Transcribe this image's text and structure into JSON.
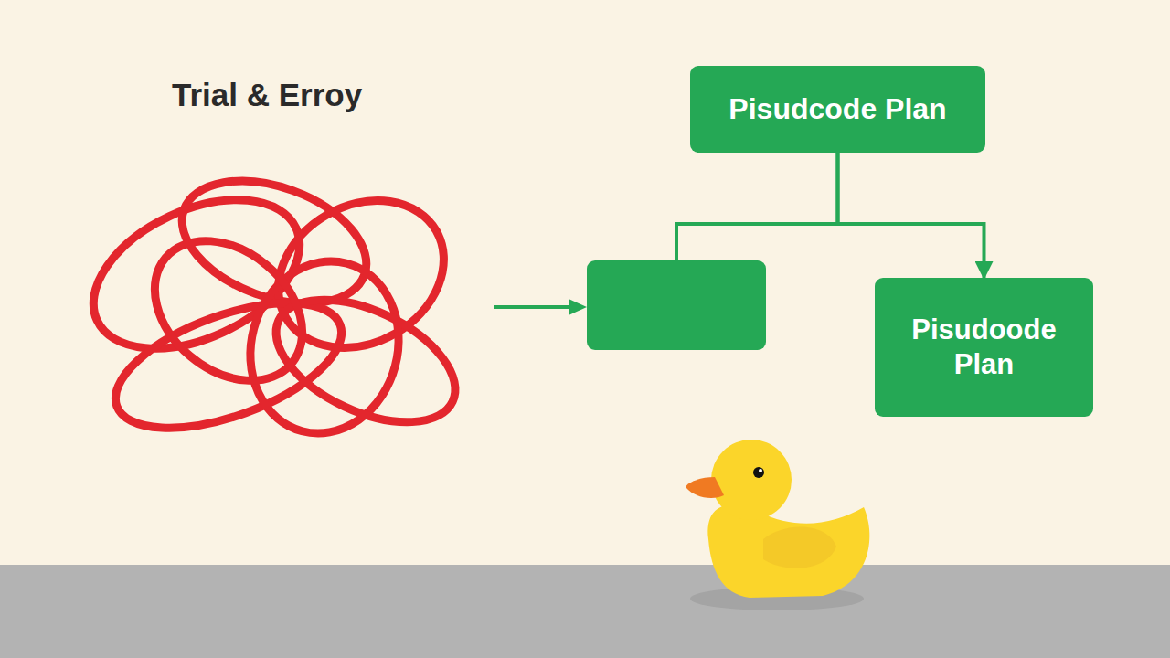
{
  "diagram": {
    "title": "Trial & Erroy",
    "nodes": [
      {
        "text": [
          "Pisudcode Plan"
        ]
      },
      {
        "text": []
      },
      {
        "text": [
          "Pisudoode Plan"
        ]
      }
    ],
    "edges": [
      {
        "from": 0,
        "to": 1,
        "arrow": "none"
      },
      {
        "from": 0,
        "to": 2,
        "arrow": "to"
      }
    ]
  }
}
